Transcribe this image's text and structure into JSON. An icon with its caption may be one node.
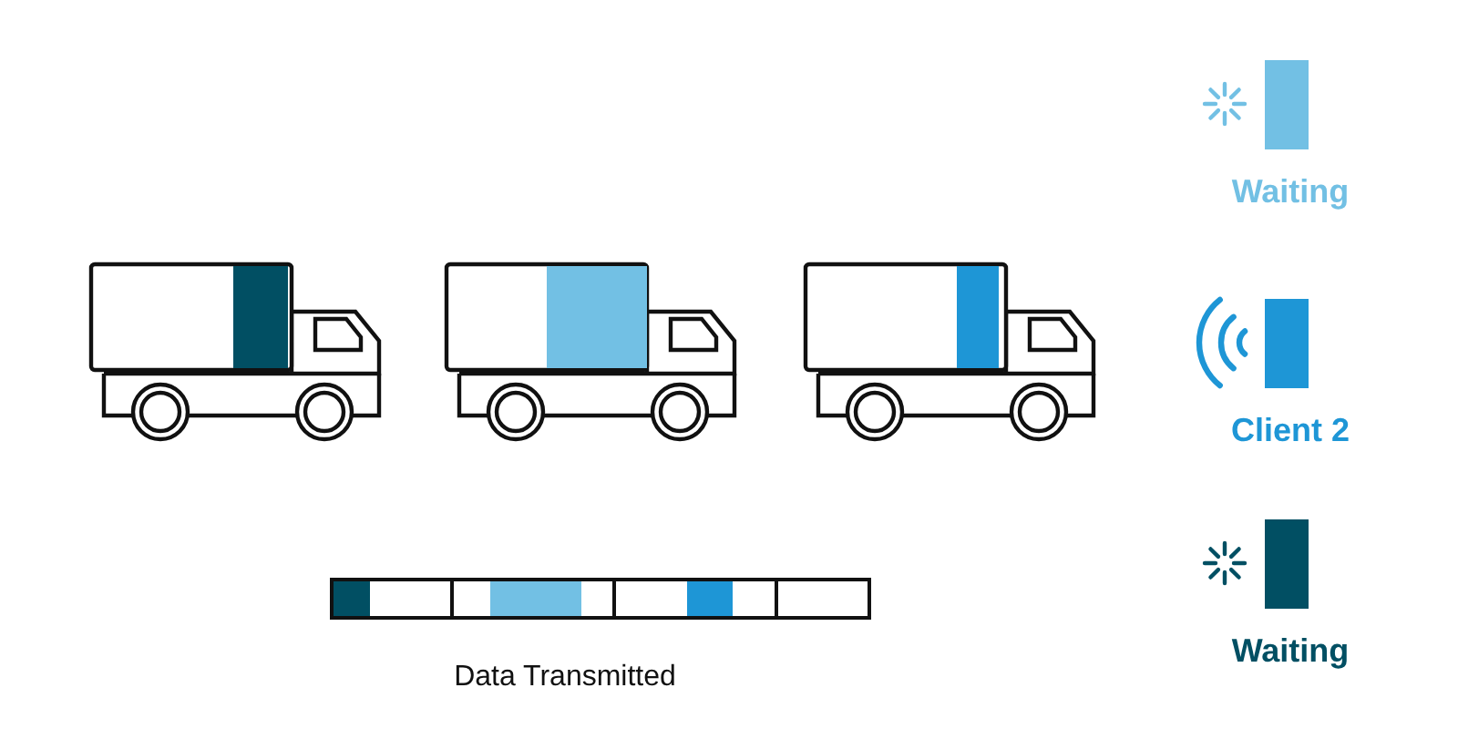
{
  "diagram": {
    "nodes": [
      {
        "text": [
          "Waiting"
        ]
      },
      {
        "text": [
          "Client 2"
        ]
      },
      {
        "text": [
          "Waiting"
        ]
      }
    ],
    "labels": [
      "Data Transmitted"
    ]
  }
}
